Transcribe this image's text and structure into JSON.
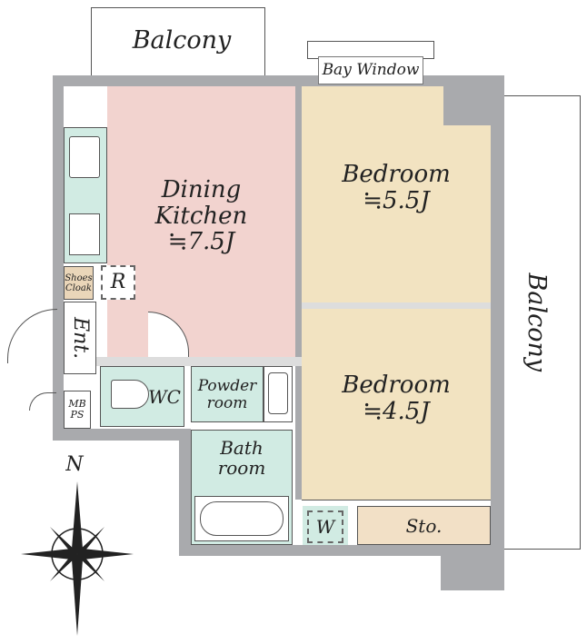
{
  "rooms": {
    "dining_kitchen": {
      "name_line1": "Dining",
      "name_line2": "Kitchen",
      "size": "≒7.5J"
    },
    "bedroom_1": {
      "name": "Bedroom",
      "size": "≒5.5J"
    },
    "bedroom_2": {
      "name": "Bedroom",
      "size": "≒4.5J"
    },
    "balcony_top": "Balcony",
    "balcony_right": "Balcony",
    "bay_window": "Bay Window",
    "shoes_cloak_line1": "Shoes",
    "shoes_cloak_line2": "Cloak",
    "refrigerator": "R",
    "entrance": "Ent.",
    "wc": "WC",
    "powder_room_line1": "Powder",
    "powder_room_line2": "room",
    "bath_room_line1": "Bath",
    "bath_room_line2": "room",
    "mb_ps_line1": "MB",
    "mb_ps_line2": "PS",
    "washer": "W",
    "storage": "Sto."
  },
  "compass": {
    "north_label": "N"
  },
  "colors": {
    "wall": "#a9aaad",
    "dining": "#f2d3cf",
    "bedroom": "#f2e3c1",
    "wet": "#d1ebe3"
  }
}
